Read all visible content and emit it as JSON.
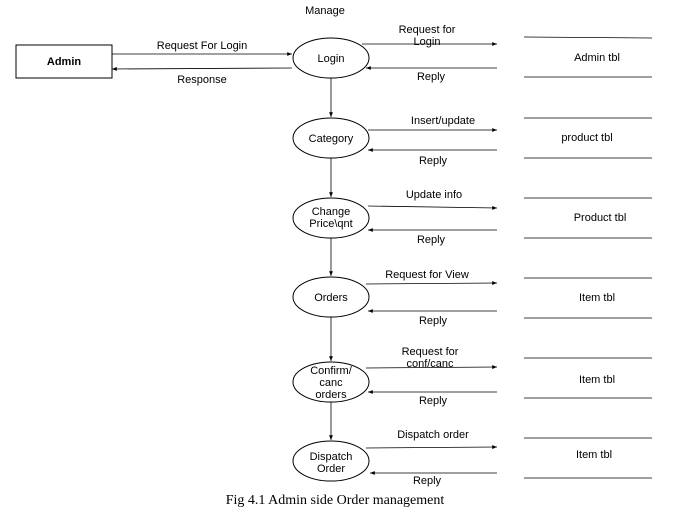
{
  "diagram": {
    "top_label": "Manage",
    "caption": "Fig 4.1 Admin side Order management",
    "entity": {
      "label": "Admin"
    },
    "processes": [
      {
        "id": "login",
        "lines": [
          "Login"
        ]
      },
      {
        "id": "category",
        "lines": [
          "Category"
        ]
      },
      {
        "id": "change-price",
        "lines": [
          "Change",
          "Price\\qnt"
        ]
      },
      {
        "id": "orders",
        "lines": [
          "Orders"
        ]
      },
      {
        "id": "confirm-cancel",
        "lines": [
          "Confirm/",
          "canc",
          "orders"
        ]
      },
      {
        "id": "dispatch",
        "lines": [
          "Dispatch",
          "Order"
        ]
      }
    ],
    "datastores": [
      {
        "label": "Admin tbl"
      },
      {
        "label": "product tbl"
      },
      {
        "label": "Product tbl"
      },
      {
        "label": "Item tbl"
      },
      {
        "label": "Item tbl"
      },
      {
        "label": "Item tbl"
      }
    ],
    "entity_flows": {
      "request": "Request For Login",
      "response": "Response"
    },
    "store_flows": [
      {
        "out": [
          "Request for",
          "Login"
        ],
        "reply": "Reply"
      },
      {
        "out": [
          "Insert/update"
        ],
        "reply": "Reply"
      },
      {
        "out": [
          "Update info"
        ],
        "reply": "Reply"
      },
      {
        "out": [
          "Request for View"
        ],
        "reply": "Reply"
      },
      {
        "out": [
          "Request for",
          "conf/canc"
        ],
        "reply": "Reply"
      },
      {
        "out": [
          "Dispatch order"
        ],
        "reply": "Reply"
      }
    ]
  }
}
